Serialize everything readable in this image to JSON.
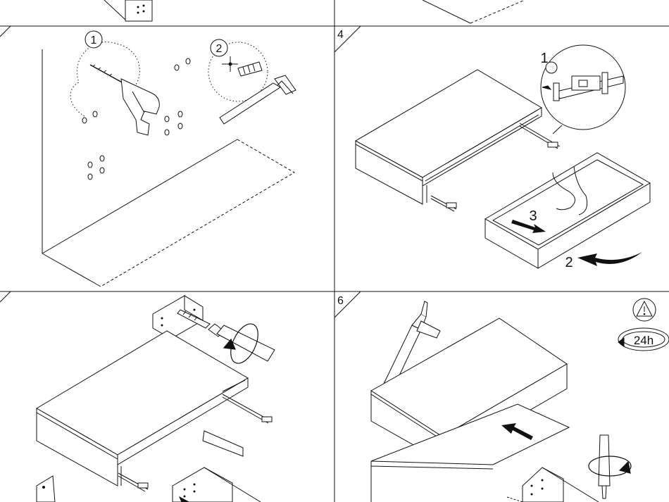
{
  "panels": [
    {
      "id": "top-left",
      "step": ""
    },
    {
      "id": "top-right",
      "step": ""
    },
    {
      "id": "step-3",
      "step": ""
    },
    {
      "id": "step-4",
      "step": "4"
    },
    {
      "id": "step-5",
      "step": ""
    },
    {
      "id": "step-6",
      "step": "6"
    }
  ],
  "step3": {
    "callout_1": "1",
    "callout_2": "2"
  },
  "step4": {
    "callout_1": "1",
    "label_2": "2",
    "label_3": "3"
  },
  "step6": {
    "cure_time": "24h"
  },
  "icons": [
    "drill-icon",
    "wall-plug-icon",
    "warning-icon",
    "clock-icon",
    "rotate-arrow-icon",
    "screwdriver-icon",
    "glue-gun-icon"
  ]
}
